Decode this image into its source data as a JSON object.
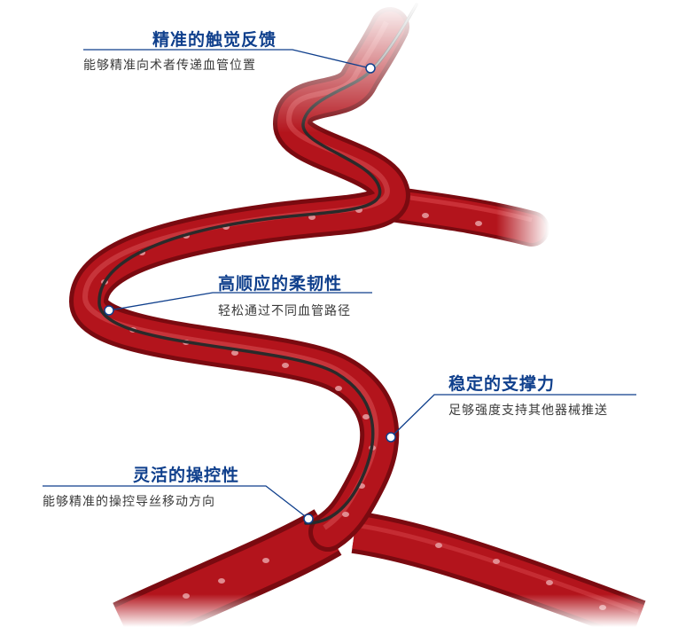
{
  "callouts": [
    {
      "title": "精准的触觉反馈",
      "desc": "能够精准向术者传递血管位置"
    },
    {
      "title": "高顺应的柔韧性",
      "desc": "轻松通过不同血管路径"
    },
    {
      "title": "稳定的支撑力",
      "desc": "足够强度支持其他器械推送"
    },
    {
      "title": "灵活的操控性",
      "desc": "能够精准的操控导丝移动方向"
    }
  ],
  "colors": {
    "accent": "#0f3f8c",
    "vessel": "#b3141c",
    "vessel_dark": "#7a0a10",
    "wire": "#2a2a2a",
    "text": "#3a3a3a"
  }
}
